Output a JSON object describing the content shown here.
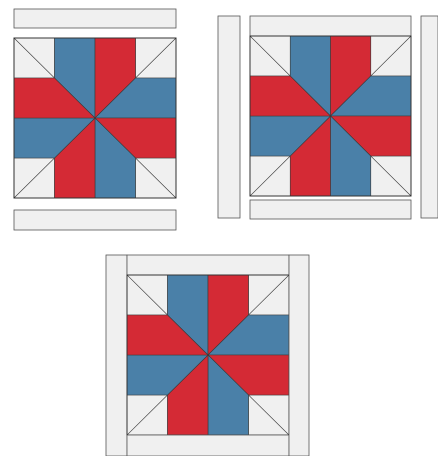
{
  "colors": {
    "red": "#d42a35",
    "blue": "#4a80a8",
    "background_triangle": "#f0f0f0",
    "sashing": "#f0f0f0",
    "seam_line": "#3a3a3a",
    "page": "#ffffff"
  },
  "variants": [
    {
      "id": "top-bottom-borders"
    },
    {
      "id": "side-and-top-bottom-borders"
    },
    {
      "id": "side-strips-with-top-bottom"
    }
  ]
}
